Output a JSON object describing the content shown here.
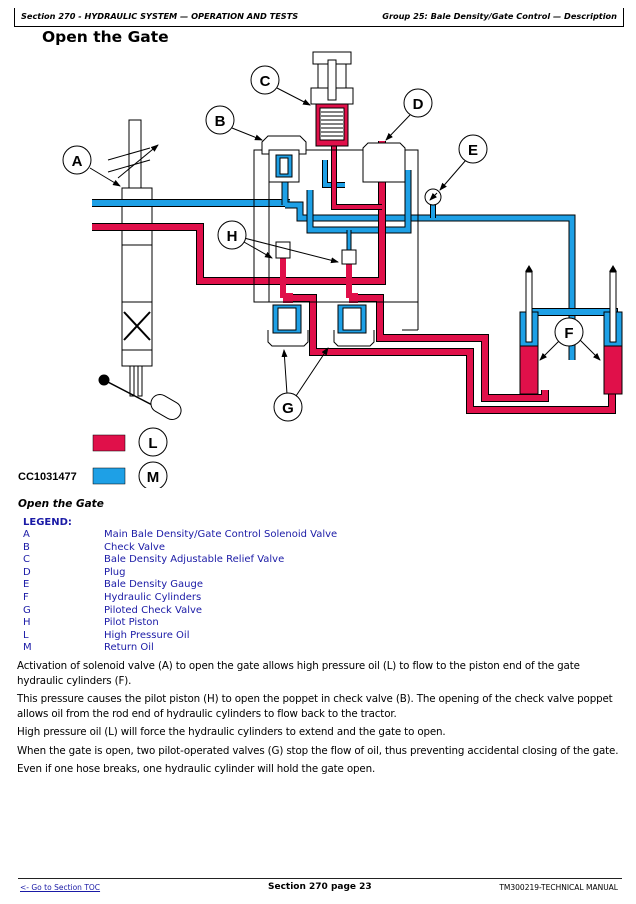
{
  "header": {
    "left": "Section 270 - HYDRAULIC SYSTEM — OPERATION AND TESTS",
    "right": "Group 25: Bale Density/Gate Control — Description"
  },
  "page_title": "Open the Gate",
  "diagram": {
    "figure_id": "CC1031477",
    "colors": {
      "high_pressure_oil": "#e0104a",
      "return_oil": "#1ea0e6"
    },
    "callouts": [
      "A",
      "B",
      "C",
      "D",
      "E",
      "F",
      "G",
      "H",
      "L",
      "M"
    ],
    "color_key": [
      {
        "label": "L",
        "color": "#e0104a"
      },
      {
        "label": "M",
        "color": "#1ea0e6"
      }
    ]
  },
  "caption": "Open the Gate",
  "legend": {
    "title": "LEGEND:",
    "items": [
      {
        "key": "A",
        "text": "Main Bale Density/Gate Control Solenoid Valve"
      },
      {
        "key": "B",
        "text": "Check Valve"
      },
      {
        "key": "C",
        "text": "Bale Density Adjustable Relief Valve"
      },
      {
        "key": "D",
        "text": "Plug"
      },
      {
        "key": "E",
        "text": "Bale Density Gauge"
      },
      {
        "key": "F",
        "text": "Hydraulic Cylinders"
      },
      {
        "key": "G",
        "text": "Piloted Check Valve"
      },
      {
        "key": "H",
        "text": "Pilot Piston"
      },
      {
        "key": "L",
        "text": "High Pressure Oil"
      },
      {
        "key": "M",
        "text": "Return Oil"
      }
    ]
  },
  "paragraphs": [
    "Activation of solenoid valve (A) to open the gate allows high pressure oil (L) to flow to the piston end of the gate hydraulic cylinders (F).",
    "This pressure causes the pilot piston (H) to open the poppet in check valve (B). The opening of the check valve poppet allows oil from the rod end of hydraulic cylinders to flow back to the tractor.",
    "High pressure oil (L) will force the hydraulic cylinders to extend and the gate to open.",
    "When the gate is open, two pilot-operated valves (G) stop the flow of oil, thus preventing accidental closing of the gate.",
    "Even if one hose breaks, one hydraulic cylinder will hold the gate open."
  ],
  "footer": {
    "toc_link": "<- Go to Section TOC",
    "page": "Section 270 page 23",
    "manual": "TM300219-TECHNICAL MANUAL"
  }
}
